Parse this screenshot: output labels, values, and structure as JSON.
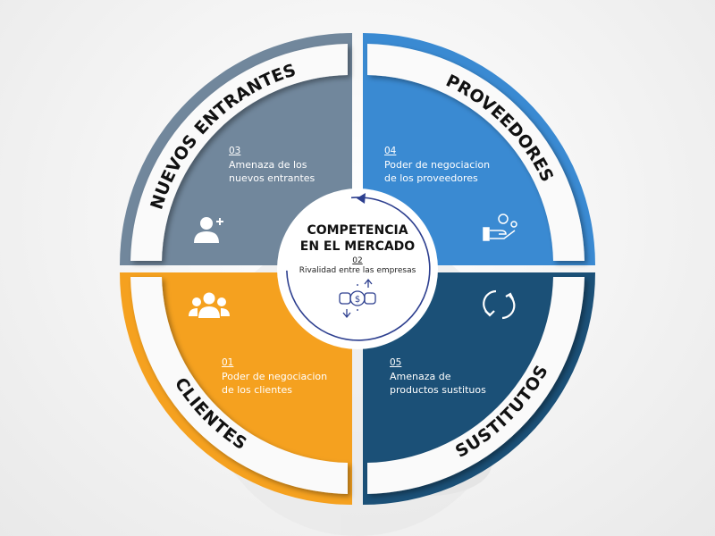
{
  "center": {
    "title_line1": "COMPETENCIA",
    "title_line2": "EN EL MERCADO",
    "number": "02",
    "subtitle": "Rivalidad entre las empresas",
    "icon": "money-exchange-icon"
  },
  "quadrants": {
    "nuevos_entrantes": {
      "label": "NUEVOS ENTRANTES",
      "number": "03",
      "line1": "Amenaza de los",
      "line2": "nuevos entrantes",
      "icon": "add-user-icon",
      "color": "#71879c"
    },
    "proveedores": {
      "label": "PROVEEDORES",
      "number": "04",
      "line1": "Poder de negociacion",
      "line2": "de los proveedores",
      "icon": "hand-gear-icon",
      "color": "#3a8ad2"
    },
    "clientes": {
      "label": "CLIENTES",
      "number": "01",
      "line1": "Poder de negociacion",
      "line2": "de los clientes",
      "icon": "group-icon",
      "color": "#f5a11f"
    },
    "sustitutos": {
      "label": "SUSTITUTOS",
      "number": "05",
      "line1": "Amenaza de",
      "line2": "productos sustituos",
      "icon": "refresh-icon",
      "color": "#1b5077"
    }
  }
}
